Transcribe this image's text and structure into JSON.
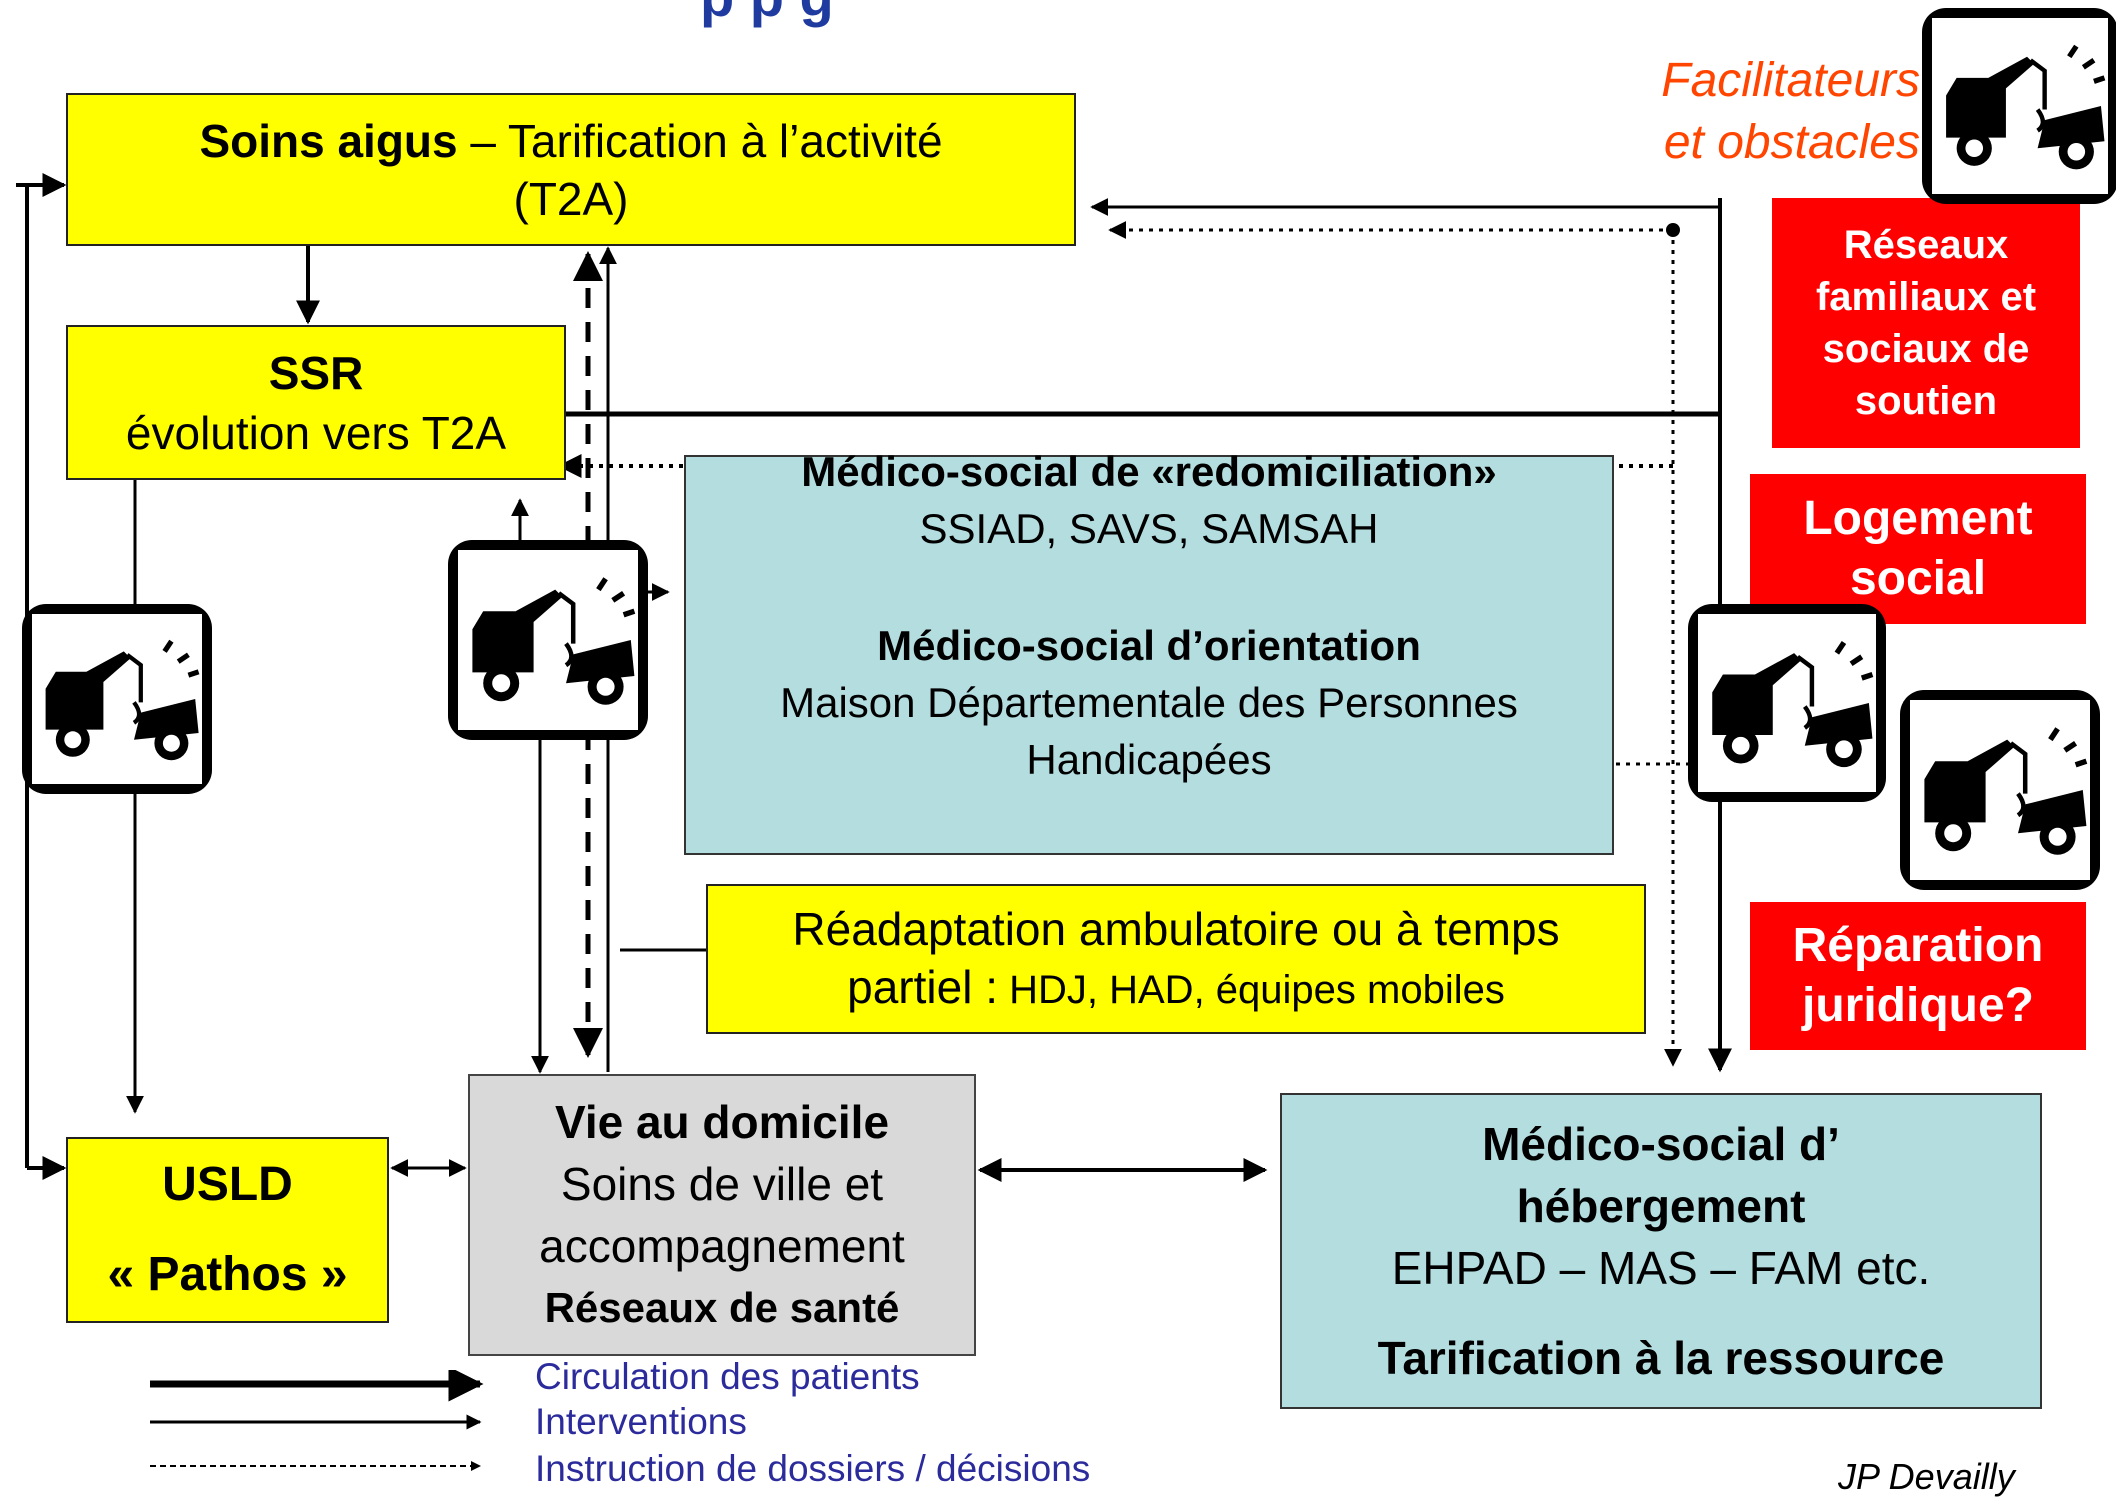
{
  "title_partial": "p                p          g",
  "facilitateurs": [
    "Facilitateurs",
    "et obstacles"
  ],
  "soins_aigus": {
    "bold": "Soins aigus",
    "rest": " – Tarification à l’activité",
    "line2": "(T2A)"
  },
  "ssr": {
    "title": "SSR",
    "subtitle": "évolution vers T2A"
  },
  "medico_redom": {
    "title": "Médico-social de «redomiciliation»",
    "subtitle": "SSIAD, SAVS, SAMSAH"
  },
  "medico_orient": {
    "title": "Médico-social d’orientation",
    "line1": "Maison Départementale des Personnes",
    "line2": "Handicapées"
  },
  "readaptation": {
    "line1": "Réadaptation ambulatoire ou à temps",
    "line2_big": "partiel :",
    "line2_small": " HDJ, HAD, équipes mobiles"
  },
  "usld": {
    "title": "USLD",
    "subtitle": "« Pathos »"
  },
  "domicile": {
    "title": "Vie au domicile",
    "line1": "Soins de ville et",
    "line2": "accompagnement",
    "line3": "Réseaux de santé"
  },
  "hebergement": {
    "line1": "Médico-social d’",
    "line2": "hébergement",
    "line3": "EHPAD – MAS – FAM etc.",
    "line4": "Tarification à la ressource"
  },
  "red_boxes": {
    "reseaux": [
      "Réseaux",
      "familiaux et",
      "sociaux de",
      "soutien"
    ],
    "logement": [
      "Logement",
      "social"
    ],
    "reparation": [
      "Réparation",
      "juridique?"
    ]
  },
  "legend": {
    "circulation": "Circulation des patients",
    "interventions": "Interventions",
    "instruction": "Instruction de dossiers / décisions"
  },
  "author": "JP Devailly",
  "icons": [
    "tow-truck-icon"
  ],
  "colors": {
    "yellow": "#ffff00",
    "cyan": "#b4dde0",
    "grey": "#d9d9d9",
    "red": "#ff0000",
    "legend_text": "#2b2b9c",
    "orange_text": "#ff4500"
  }
}
